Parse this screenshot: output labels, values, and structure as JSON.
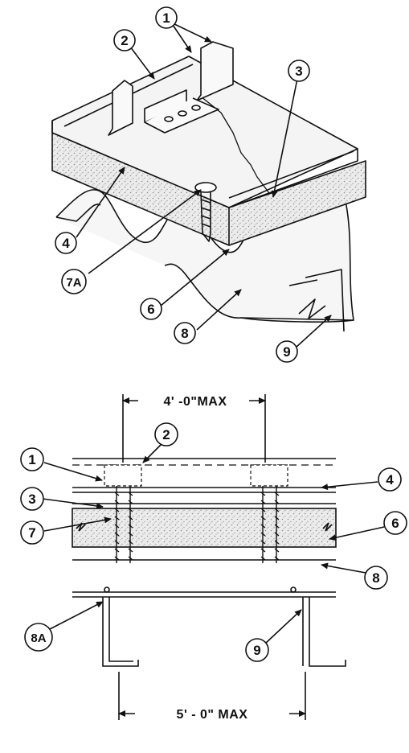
{
  "colors": {
    "ink": "#111111",
    "paper": "#ffffff",
    "insulation": "#e6e6e6",
    "stipple": "#8a8a8a",
    "panel": "#f4f4f4"
  },
  "top_view": {
    "callouts": {
      "c1": "1",
      "c2": "2",
      "c3": "3",
      "c4": "4",
      "c7a": "7A",
      "c6": "6",
      "c8": "8",
      "c9": "9"
    }
  },
  "section_view": {
    "dim_top": "4' -0\"MAX",
    "dim_bottom": "5' - 0\" MAX",
    "callouts": {
      "c1": "1",
      "c2": "2",
      "c3": "3",
      "c4": "4",
      "c6": "6",
      "c7": "7",
      "c8": "8",
      "c8a": "8A",
      "c9": "9"
    }
  }
}
